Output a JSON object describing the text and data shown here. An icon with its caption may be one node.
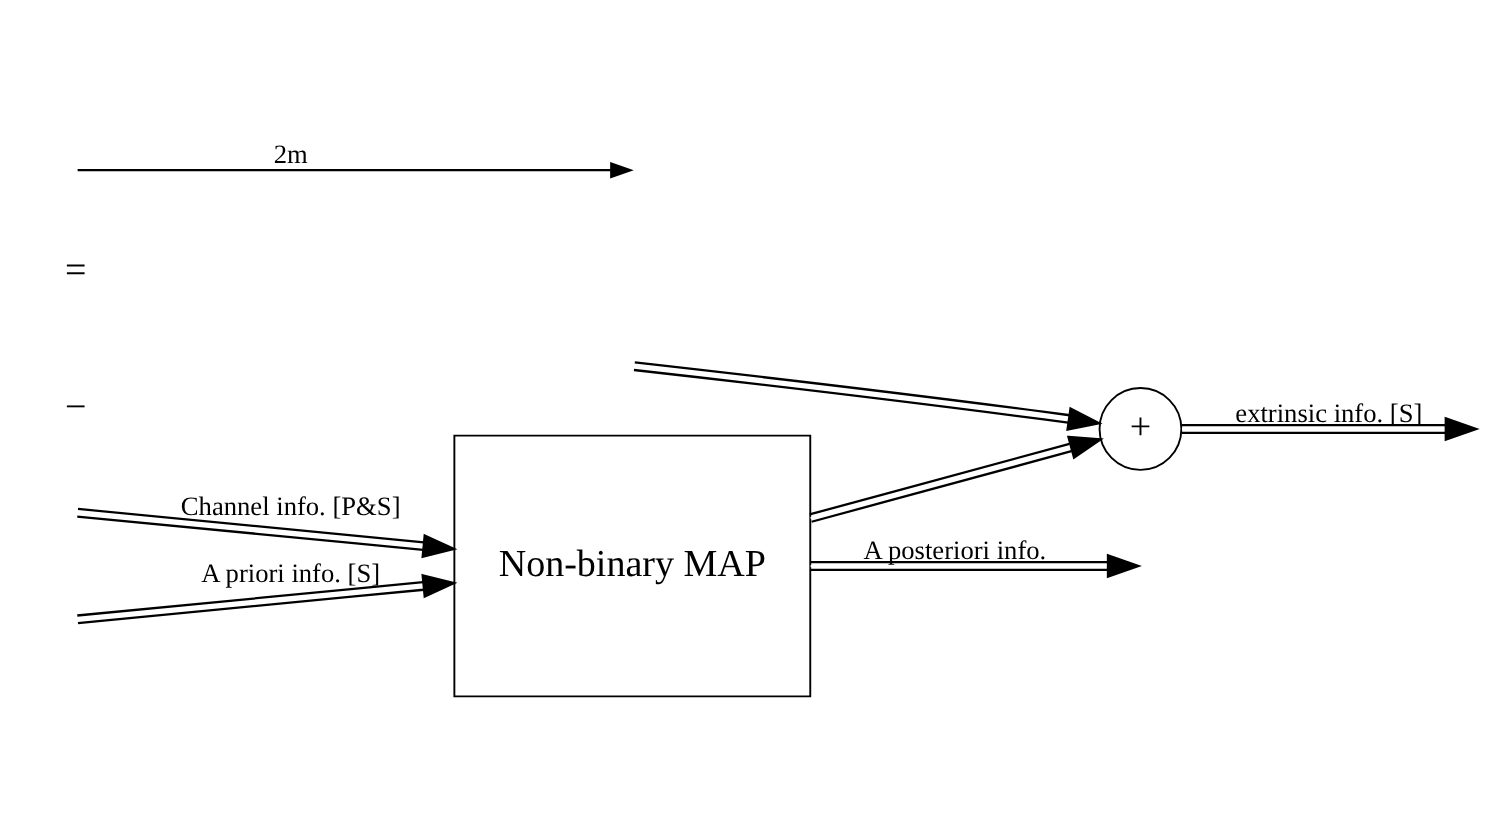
{
  "diagram": {
    "nodes": [
      {
        "text": [
          "Non-binary MAP"
        ]
      },
      {
        "text": [
          "+"
        ]
      }
    ],
    "edges": [
      {
        "from": null,
        "to": 0,
        "arrow": "to",
        "label": "Channel info. [P&S]"
      },
      {
        "from": null,
        "to": 0,
        "arrow": "to",
        "label": "A priori info. [S]"
      },
      {
        "from": 0,
        "to": null,
        "arrow": "to",
        "label": "A posteriori info."
      },
      {
        "from": 0,
        "to": 1,
        "arrow": "to"
      },
      {
        "from": null,
        "to": 1,
        "arrow": "to"
      },
      {
        "from": 1,
        "to": null,
        "arrow": "to",
        "label": "extrinsic info. [S]"
      }
    ],
    "labels": [
      "−",
      "="
    ],
    "legend": [
      {
        "text": "2m"
      }
    ]
  }
}
